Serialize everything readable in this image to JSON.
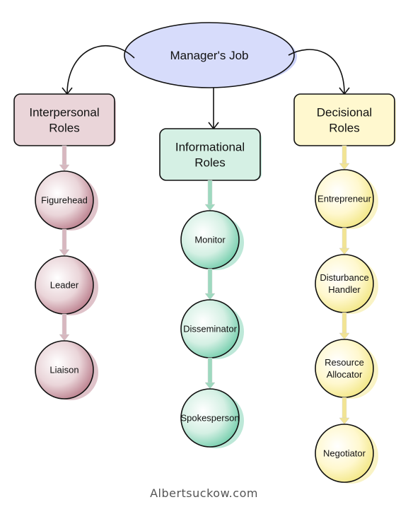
{
  "root": {
    "label": "Manager's Job",
    "color": "#d7dcfb",
    "accent": "#9ea9f3"
  },
  "columns": [
    {
      "title": [
        "Interpersonal",
        "Roles"
      ],
      "color": "#ead5d9",
      "accent": "#b77887",
      "arrow": "#d7b7bf",
      "items": [
        [
          "Figurehead"
        ],
        [
          "Leader"
        ],
        [
          "Liaison"
        ]
      ]
    },
    {
      "title": [
        "Informational",
        "Roles"
      ],
      "color": "#d5f0e4",
      "accent": "#6ccba8",
      "arrow": "#9ed9bf",
      "items": [
        [
          "Monitor"
        ],
        [
          "Disseminator"
        ],
        [
          "Spokesperson"
        ]
      ]
    },
    {
      "title": [
        "Decisional",
        "Roles"
      ],
      "color": "#fff8cf",
      "accent": "#f1e57e",
      "arrow": "#f2e493",
      "items": [
        [
          "Entrepreneur"
        ],
        [
          "Disturbance",
          "Handler"
        ],
        [
          "Resource",
          "Allocator"
        ],
        [
          "Negotiator"
        ]
      ]
    }
  ],
  "footer": {
    "credit": "Albertsuckow.com"
  }
}
